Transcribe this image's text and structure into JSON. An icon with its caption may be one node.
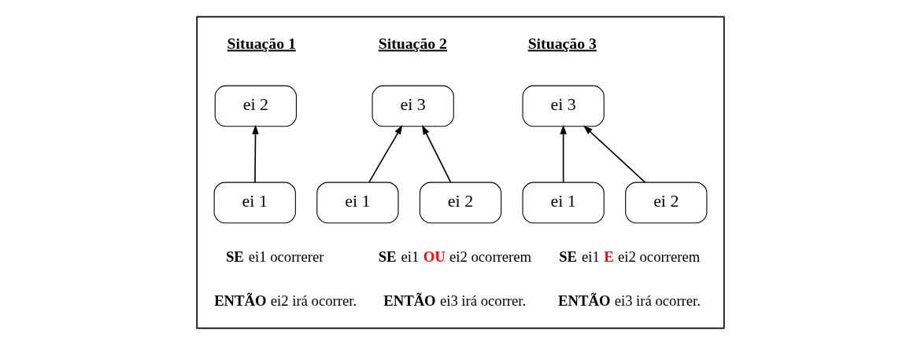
{
  "diagram": {
    "nodes": [
      {
        "text": [],
        "shape": "box"
      },
      {
        "text": [
          "ei 2"
        ],
        "in": 0
      },
      {
        "text": [
          "ei 1"
        ],
        "in": 0
      },
      {
        "text": [
          "ei 3"
        ],
        "in": 0
      },
      {
        "text": [
          "ei 1"
        ],
        "in": 0
      },
      {
        "text": [
          "ei 2"
        ],
        "in": 0
      },
      {
        "text": [
          "ei 3"
        ],
        "in": 0
      },
      {
        "text": [
          "ei 1"
        ],
        "in": 0
      },
      {
        "text": [
          "ei 2"
        ],
        "in": 0
      }
    ],
    "edges": [
      {
        "from": 2,
        "to": 1,
        "arrow": "to"
      },
      {
        "from": 4,
        "to": 3,
        "arrow": "to"
      },
      {
        "from": 5,
        "to": 3,
        "arrow": "to"
      },
      {
        "from": 7,
        "to": 6,
        "arrow": "to"
      },
      {
        "from": 8,
        "to": 6,
        "arrow": "to"
      }
    ],
    "labels": [
      "Situação 1",
      "Situação 2",
      "Situação 3",
      "**SE** ei1 ocorrerer",
      "**SE** ei1 **OU** ei2 ocorrerem",
      "**SE** ei1 **E** ei2 ocorrerem",
      "**ENTÃO** ei2 irá ocorrer.",
      "**ENTÃO** ei3 irá ocorrer.",
      "**ENTÃO** ei3 irá ocorrer."
    ]
  }
}
